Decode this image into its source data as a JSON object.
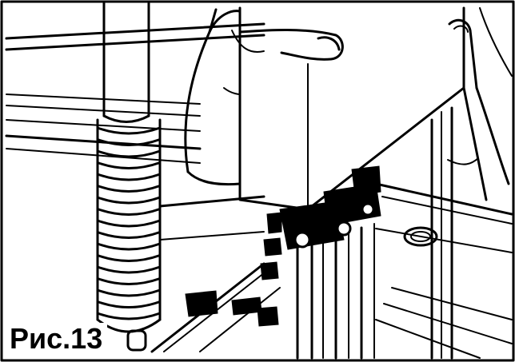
{
  "figure": {
    "caption": "Рис.13",
    "style": "black-and-white line drawing",
    "subject": [
      "threaded-spring-column",
      "left-hand-pressing-top",
      "right-hand-holding-block",
      "vertical-aluminium-profiles",
      "corner-bracket-clamps",
      "round-knob",
      "base-rails"
    ]
  },
  "colors": {
    "ink": "#000000",
    "paper": "#ffffff"
  }
}
